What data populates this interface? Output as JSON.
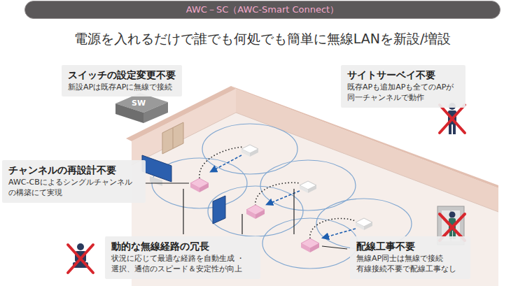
{
  "diagram": {
    "title": "AWC－SC（AWC-Smart Connect）",
    "nodes": [
      {
        "text": [
          "スイッチの設定変更不要",
          "新設APは既存APに無線で接続"
        ]
      },
      {
        "text": [
          "サイトサーベイ不要",
          "既存APも追加APも全てのAPが 同一チャンネルで動作"
        ]
      },
      {
        "text": [
          "チャンネルの再設計不要",
          "AWC-CBによるシングルチャンネル の構築にて実現"
        ]
      },
      {
        "text": [
          "動的な無線経路の冗長",
          "状況に応じて最適な経路を自動生成 ・選択、通信のスピード＆安定性が向上"
        ]
      },
      {
        "text": [
          "配線工事不要",
          "無線AP同士は無線で接続 有線接続不要で配線工事なし"
        ]
      }
    ],
    "labels": [
      "電源を入れるだけで誰でも何処でも簡単に無線LANを新設/増設",
      "SW"
    ]
  }
}
